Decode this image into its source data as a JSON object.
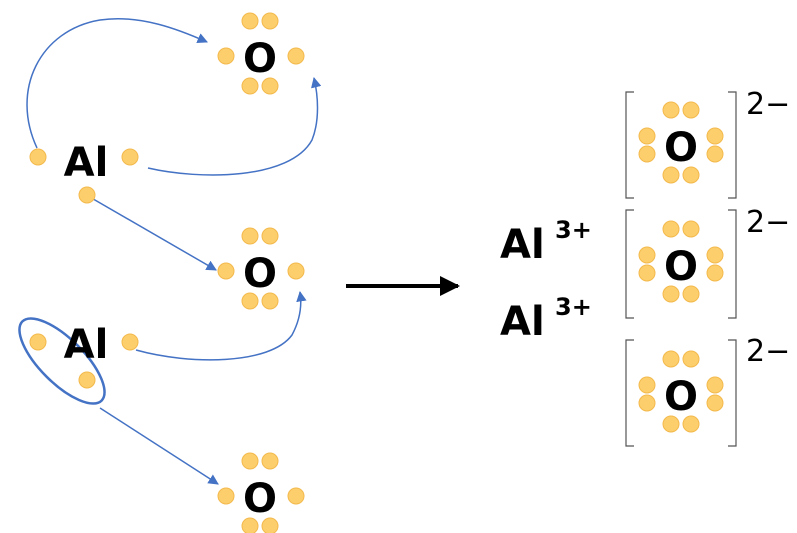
{
  "colors": {
    "electron_fill": "#fccf6c",
    "electron_stroke": "#f3b94c",
    "arrow_curve": "#4472c4",
    "text": "#000000",
    "bracket": "#555555"
  },
  "reactants": {
    "al_symbol": "Al",
    "o_symbol": "O"
  },
  "products": {
    "al_ion_symbol": "Al",
    "al_ion_charge": "3+",
    "o_ion_symbol": "O",
    "o_ion_charge": "2−"
  }
}
